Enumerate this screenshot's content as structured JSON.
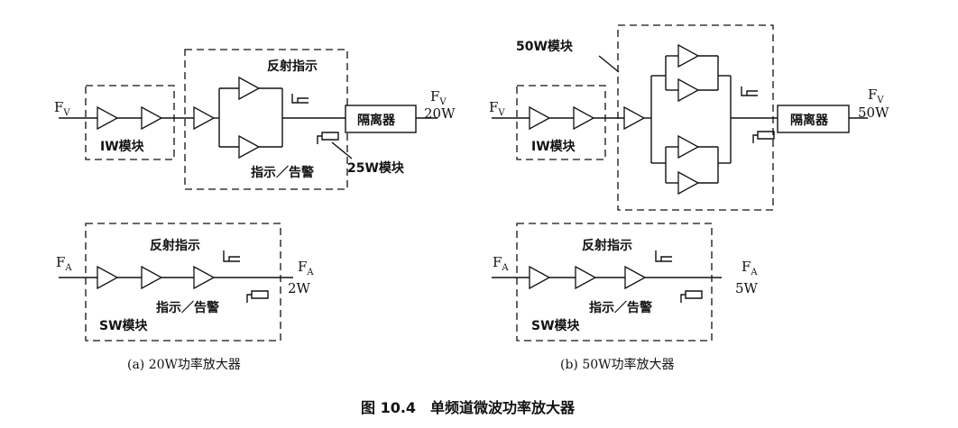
{
  "figure_title": "图 10.4　单频道微波功率放大器",
  "diagram_a": {
    "caption": "(a) 20W功率放大器",
    "top": {
      "input_label": "F",
      "input_sub": "V",
      "output_label": "F",
      "output_sub": "V",
      "output_power": "20W",
      "module_1w": "IW模块",
      "module_25w": "25W模块",
      "reflect_label": "反射指示",
      "alarm_label": "指示／告警",
      "isolator": "隔离器"
    },
    "bottom": {
      "input_label": "F",
      "input_sub": "A",
      "output_label": "F",
      "output_sub": "A",
      "output_power": "2W",
      "module": "SW模块",
      "reflect_label": "反射指示",
      "alarm_label": "指示／告警"
    }
  },
  "diagram_b": {
    "caption": "(b) 50W功率放大器",
    "top": {
      "input_label": "F",
      "input_sub": "V",
      "output_label": "F",
      "output_sub": "V",
      "output_power": "50W",
      "module_1w": "IW模块",
      "module_50w": "50W模块",
      "isolator": "隔离器"
    },
    "bottom": {
      "input_label": "F",
      "input_sub": "A",
      "output_label": "F",
      "output_sub": "A",
      "output_power": "5W",
      "module": "SW模块",
      "reflect_label": "反射指示",
      "alarm_label": "指示／告警"
    }
  }
}
